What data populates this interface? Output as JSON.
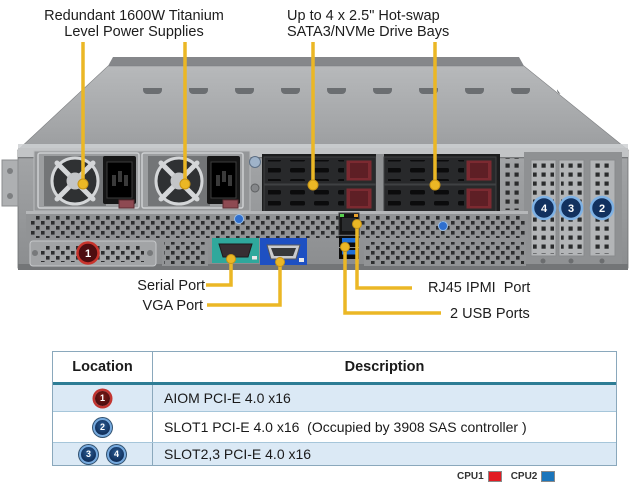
{
  "figure": {
    "callouts": {
      "psu_line1": "Redundant 1600W Titanium",
      "psu_line2": "Level Power Supplies",
      "bays_line1": "Up to 4 x 2.5\" Hot-swap",
      "bays_line2": "SATA3/NVMe Drive Bays",
      "serial": "Serial Port",
      "vga": "VGA Port",
      "ipmi": "RJ45 IPMI  Port",
      "usb": "2 USB Ports"
    },
    "slot_badges": {
      "aiom": "1",
      "slot1": "2",
      "slot2": "3",
      "slot3": "4"
    }
  },
  "table": {
    "headers": {
      "location": "Location",
      "description": "Description"
    },
    "rows": [
      {
        "badges": [
          {
            "n": "1",
            "color": "red"
          }
        ],
        "description": "AIOM PCI-E 4.0 x16"
      },
      {
        "badges": [
          {
            "n": "2",
            "color": "blue"
          }
        ],
        "description": "SLOT1 PCI-E 4.0 x16  (Occupied by 3908 SAS controller )"
      },
      {
        "badges": [
          {
            "n": "3",
            "color": "blue"
          },
          {
            "n": "4",
            "color": "blue"
          }
        ],
        "description": "SLOT2,3 PCI-E 4.0 x16"
      }
    ]
  },
  "legend": {
    "cpu1": "CPU1",
    "cpu1_color": "#e11b22",
    "cpu2": "CPU2",
    "cpu2_color": "#1b75bb"
  },
  "colors": {
    "callout_line": "#ebb725",
    "table_border": "#8aa8bc",
    "header_rule": "#2d7d95",
    "alt_row_bg": "#dbe9f5",
    "serial_port": "#2fa89c",
    "vga_port": "#1e50c2"
  }
}
